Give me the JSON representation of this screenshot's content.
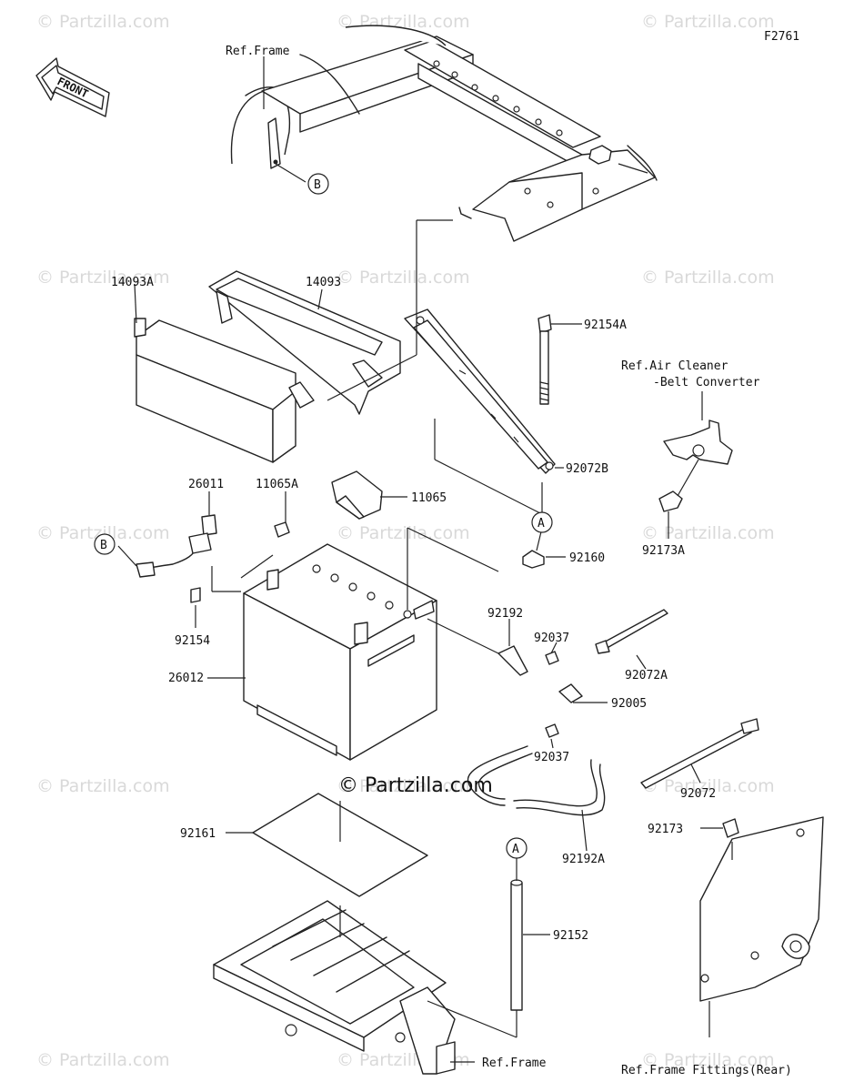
{
  "figure_code": "F2761",
  "front_arrow_label": "FRONT",
  "brand": "© Partzilla.com",
  "watermarks": [
    "© Partzilla.com",
    "© Partzilla.com",
    "© Partzilla.com",
    "© Partzilla.com",
    "© Partzilla.com",
    "© Partzilla.com",
    "© Partzilla.com",
    "© Partzilla.com",
    "© Partzilla.com",
    "© Partzilla.com",
    "© Partzilla.com",
    "© Partzilla.com",
    "© Partzilla.com",
    "© Partzilla.com",
    "© Partzilla.com"
  ],
  "refs": {
    "frame_top": "Ref.Frame",
    "air_cleaner_1": "Ref.Air Cleaner",
    "air_cleaner_2": "-Belt Converter",
    "frame_bottom": "Ref.Frame",
    "frame_fittings": "Ref.Frame Fittings(Rear)"
  },
  "markers": {
    "a": "A",
    "b": "B"
  },
  "parts": {
    "p14093a": "14093A",
    "p14093": "14093",
    "p92154a": "92154A",
    "p92072b": "92072B",
    "p26011": "26011",
    "p11065a": "11065A",
    "p11065": "11065",
    "p92173a": "92173A",
    "p92160": "92160",
    "p92154": "92154",
    "p92192": "92192",
    "p92037_top": "92037",
    "p92072a": "92072A",
    "p26012": "26012",
    "p92005": "92005",
    "p92037_bottom": "92037",
    "p92072": "92072",
    "p92161": "92161",
    "p92173": "92173",
    "p92192a": "92192A",
    "p92152": "92152"
  }
}
